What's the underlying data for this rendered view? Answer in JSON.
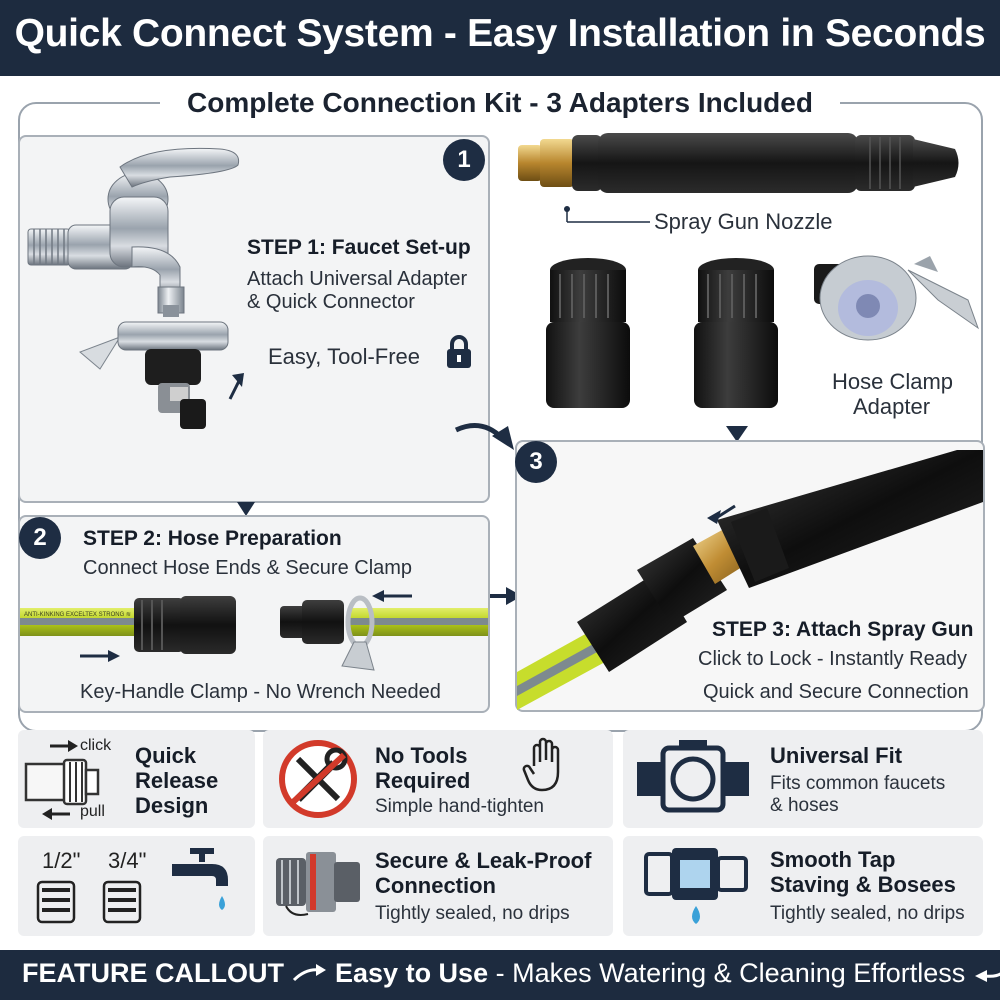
{
  "header": {
    "title": "Quick Connect System - Easy Installation in Seconds"
  },
  "kit": {
    "title": "Complete Connection Kit - 3 Adapters Included",
    "spray_gun_label": "Spray Gun Nozzle",
    "hose_clamp_label_1": "Hose Clamp",
    "hose_clamp_label_2": "Adapter"
  },
  "step1": {
    "number": "1",
    "title": "STEP 1: Faucet Set-up",
    "line1": "Attach Universal Adapter",
    "line2": "& Quick Connector",
    "easy": "Easy, Tool-Free"
  },
  "step2": {
    "number": "2",
    "title": "STEP 2: Hose Preparation",
    "subtitle": "Connect Hose Ends & Secure Clamp",
    "caption": "Key-Handle Clamp - No Wrench Needed"
  },
  "step3": {
    "number": "3",
    "title": "STEP 3: Attach Spray Gun",
    "line1": "Click to Lock - Instantly Ready",
    "line2": "Quick and Secure Connection"
  },
  "features": {
    "quick_release": {
      "title_1": "Quick",
      "title_2": "Release",
      "title_3": "Design",
      "click": "click",
      "pull": "pull"
    },
    "no_tools": {
      "title_1": "No Tools",
      "title_2": "Required",
      "text": "Simple hand-tighten"
    },
    "universal": {
      "title": "Universal Fit",
      "text_1": "Fits common faucets",
      "text_2": "& hoses"
    },
    "sizes": {
      "half": "1/2\"",
      "three_quarter": "3/4\""
    },
    "secure": {
      "title_1": "Secure & Leak-Proof",
      "title_2": "Connection",
      "text": "Tightly sealed, no drips"
    },
    "smooth": {
      "title_1": "Smooth Tap",
      "title_2": "Staving & Bosees",
      "text": "Tightly sealed, no drips"
    }
  },
  "footer": {
    "callout": "FEATURE CALLOUT",
    "easy": "Easy to Use",
    "rest": " - Makes Watering & Cleaning Effortless"
  },
  "hose_print": "ANTI-KINKING  EXCELTEX  STRONG ≋",
  "colors": {
    "navy": "#1d2b3f",
    "hose_yellow": "#c6dc2a",
    "brass": "#c9a24a"
  }
}
